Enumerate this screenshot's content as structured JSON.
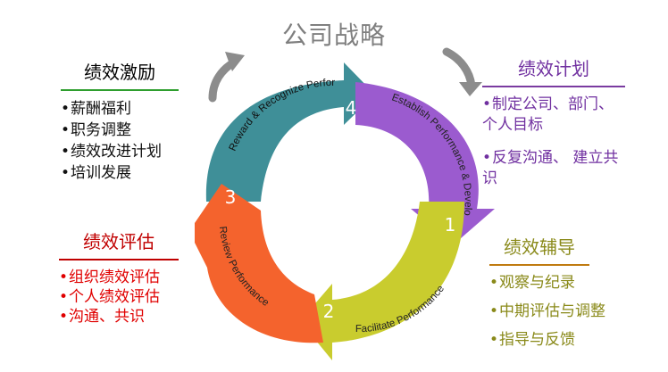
{
  "diagram": {
    "title": "公司战略",
    "stages": [
      {
        "number": "1",
        "label": "Establish Performance & Development Plan",
        "color": "#9b5bcf"
      },
      {
        "number": "2",
        "label": "Facilitate Performance",
        "color": "#c9cc2e"
      },
      {
        "number": "3",
        "label": "Review Performance",
        "color": "#f4632d"
      },
      {
        "number": "4",
        "label": "Reward & Recognize Performance",
        "color": "#3f8f98"
      }
    ],
    "arrow_color": "#8c8c8c",
    "panels": {
      "incentive": {
        "title": "绩效激励",
        "items": [
          "薪酬福利",
          "职务调整",
          "绩效改进计划",
          "培训发展"
        ]
      },
      "plan": {
        "title": "绩效计划",
        "items": [
          "制定公司、部门、个人目标",
          "反复沟通、 建立共识"
        ]
      },
      "assess": {
        "title": "绩效评估",
        "items": [
          "组织绩效评估",
          "个人绩效评估",
          "沟通、共识"
        ]
      },
      "coach": {
        "title": "绩效辅导",
        "items": [
          "观察与纪录",
          "中期评估与调整",
          "指导与反馈"
        ]
      }
    }
  }
}
